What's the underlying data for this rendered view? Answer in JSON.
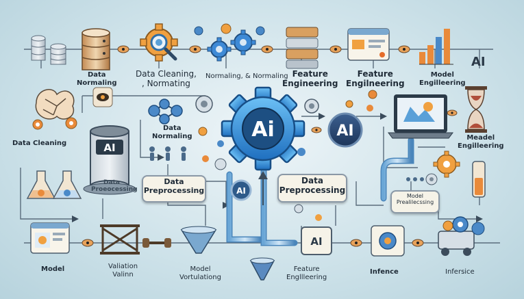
{
  "labels": {
    "top_data_normaling": "Data\nNormaling",
    "top_data_cleaning": "Data Cleaning,\n, Normating",
    "top_normaling": "Normaling, & Normaling",
    "top_feature_eng_1": "Feature\nEngineering",
    "top_feature_eng_2": "Feature\nEngilneering",
    "top_model_eng": "Model\nEngilleering",
    "mid_data_cleaning": "Data Cleaning",
    "mid_data_normaling": "Data\nNormaling",
    "mid_meadel": "Meadel\nEngilleering",
    "box_data_preprocessing_left": "Data\nPreprocessing",
    "box_data_preprocessing_center": "Data\nPreprocessing",
    "box_model_preallecssing": "Model\nPrealilecssing",
    "cyl_label": "Data\nProeocessing",
    "bot_model": "Model",
    "bot_validation": "Valiation\nValinn",
    "bot_model_vort": "Model\nVortulationg",
    "bot_feature_eng": "Feature\nEngllleering",
    "bot_inference": "Infence",
    "bot_infersice": "Infersice"
  },
  "ai_badges": {
    "center": "Ai",
    "right": "AI",
    "cylinder": "AI",
    "small_left": "AI",
    "small_bottom": "AI",
    "chart": "AI"
  },
  "icons": {
    "database": "database-icon",
    "gear": "gear-icon",
    "chart": "bar-chart-icon",
    "laptop": "laptop-icon",
    "hourglass": "hourglass-icon",
    "funnel": "funnel-icon",
    "flask": "flask-icon",
    "network": "network-icon",
    "browser": "browser-window-icon",
    "robot": "robot-icon",
    "eye": "eye-icon"
  },
  "colors": {
    "accent_blue": "#3f8fd8",
    "gear_dark": "#2e6ea8",
    "orange": "#e98a3a",
    "node_blue": "#4a89c8",
    "line": "#5a6c7c"
  }
}
